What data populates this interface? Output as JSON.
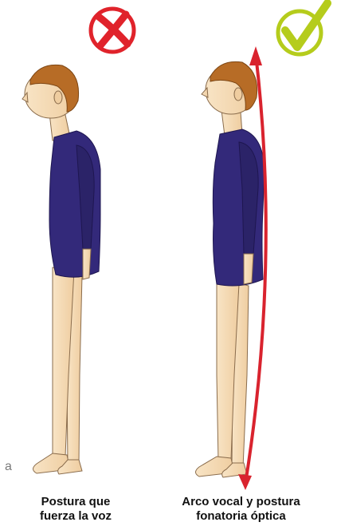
{
  "panel_letter": "a",
  "left_caption": [
    "Postura que",
    "fuerza la voz"
  ],
  "right_caption": [
    "Arco vocal y postura",
    "fonatoria óptica"
  ],
  "colors": {
    "wrong": "#e0232b",
    "right": "#b5cc1c",
    "axis_arrow": "#d9232e",
    "garment": "#33297a",
    "skin": "#f6dcb7",
    "hair": "#b76c26"
  },
  "icons": {
    "left_badge": "x-mark-icon",
    "right_badge": "check-mark-icon"
  }
}
